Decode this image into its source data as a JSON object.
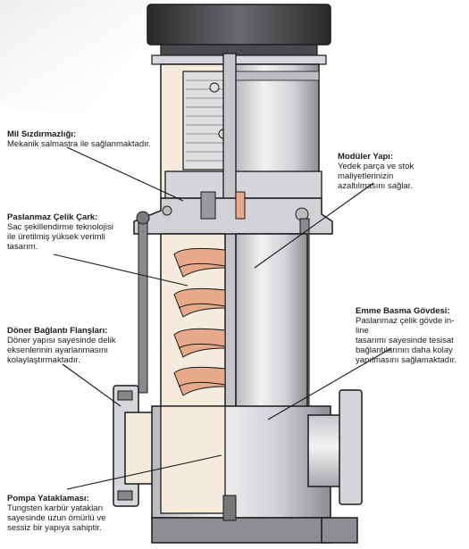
{
  "labels": {
    "mil": {
      "title": "Mil Sızdırmazlığı:",
      "desc": "Mekanik salmastra ile sağlanmaktadır."
    },
    "moduler": {
      "title": "Modüler Yapı:",
      "desc": "Yedek parça ve stok maliyetlerinizin\nazaltılmasını sağlar."
    },
    "paslanmaz": {
      "title": "Paslanmaz Çelik Çark:",
      "desc": "Sac şekillendirme teknolojisi\nile üretilmiş yüksek verimli\ntasarım."
    },
    "emme": {
      "title": "Emme Basma Gövdesi:",
      "desc": "Paslanmaz çelik gövde in-line\ntasarımı sayesinde tesisat\nbağlantılarının daha kolay\nyapılmasını sağlamaktadır."
    },
    "doner": {
      "title": "Döner Bağlantı Flanşları:",
      "desc": "Döner yapısı sayesinde delik\neksenlerinin ayarlanmasını\nkolaylaştırmaktadır."
    },
    "pompa": {
      "title": "Pompa Yataklaması:",
      "desc": "Tungsten karbür yatakları\nsayesinde uzun ömürlü ve\nsessiz bir yapıya sahiptir."
    }
  },
  "colors": {
    "outline": "#1a1a1a",
    "metal_light": "#e4e4e6",
    "metal_dark": "#9a9a9e",
    "cream": "#f4ebdc",
    "impeller": "#e8a98a",
    "motor_cap": "#3a3a3c"
  }
}
